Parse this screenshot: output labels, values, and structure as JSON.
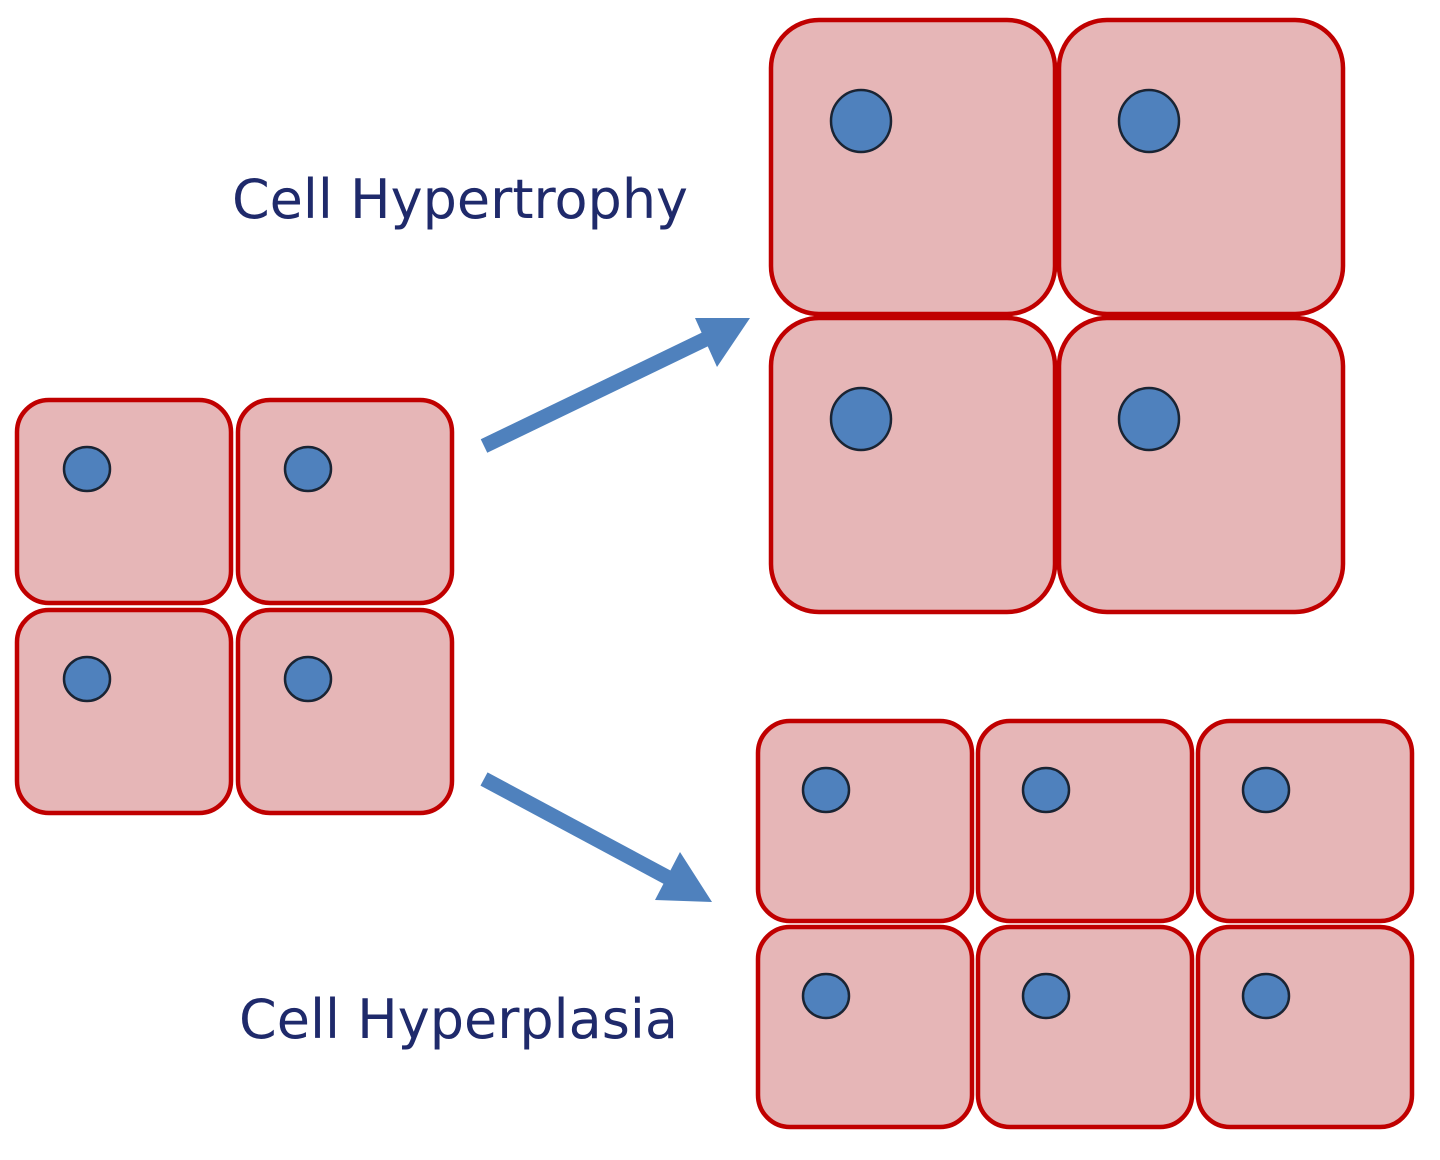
{
  "labels": {
    "hypertrophy": "Cell Hypertrophy",
    "hyperplasia": "Cell Hyperplasia"
  },
  "colors": {
    "cell_fill": "#e6b6b7",
    "cell_border": "#c00000",
    "nucleus_fill": "#4f81bd",
    "nucleus_border": "#1a2433",
    "arrow": "#4f81bd",
    "label_text": "#1f2a6b"
  },
  "groups": {
    "original": {
      "rows": 2,
      "cols": 2
    },
    "hypertrophy": {
      "rows": 2,
      "cols": 2
    },
    "hyperplasia": {
      "rows": 2,
      "cols": 3
    }
  }
}
